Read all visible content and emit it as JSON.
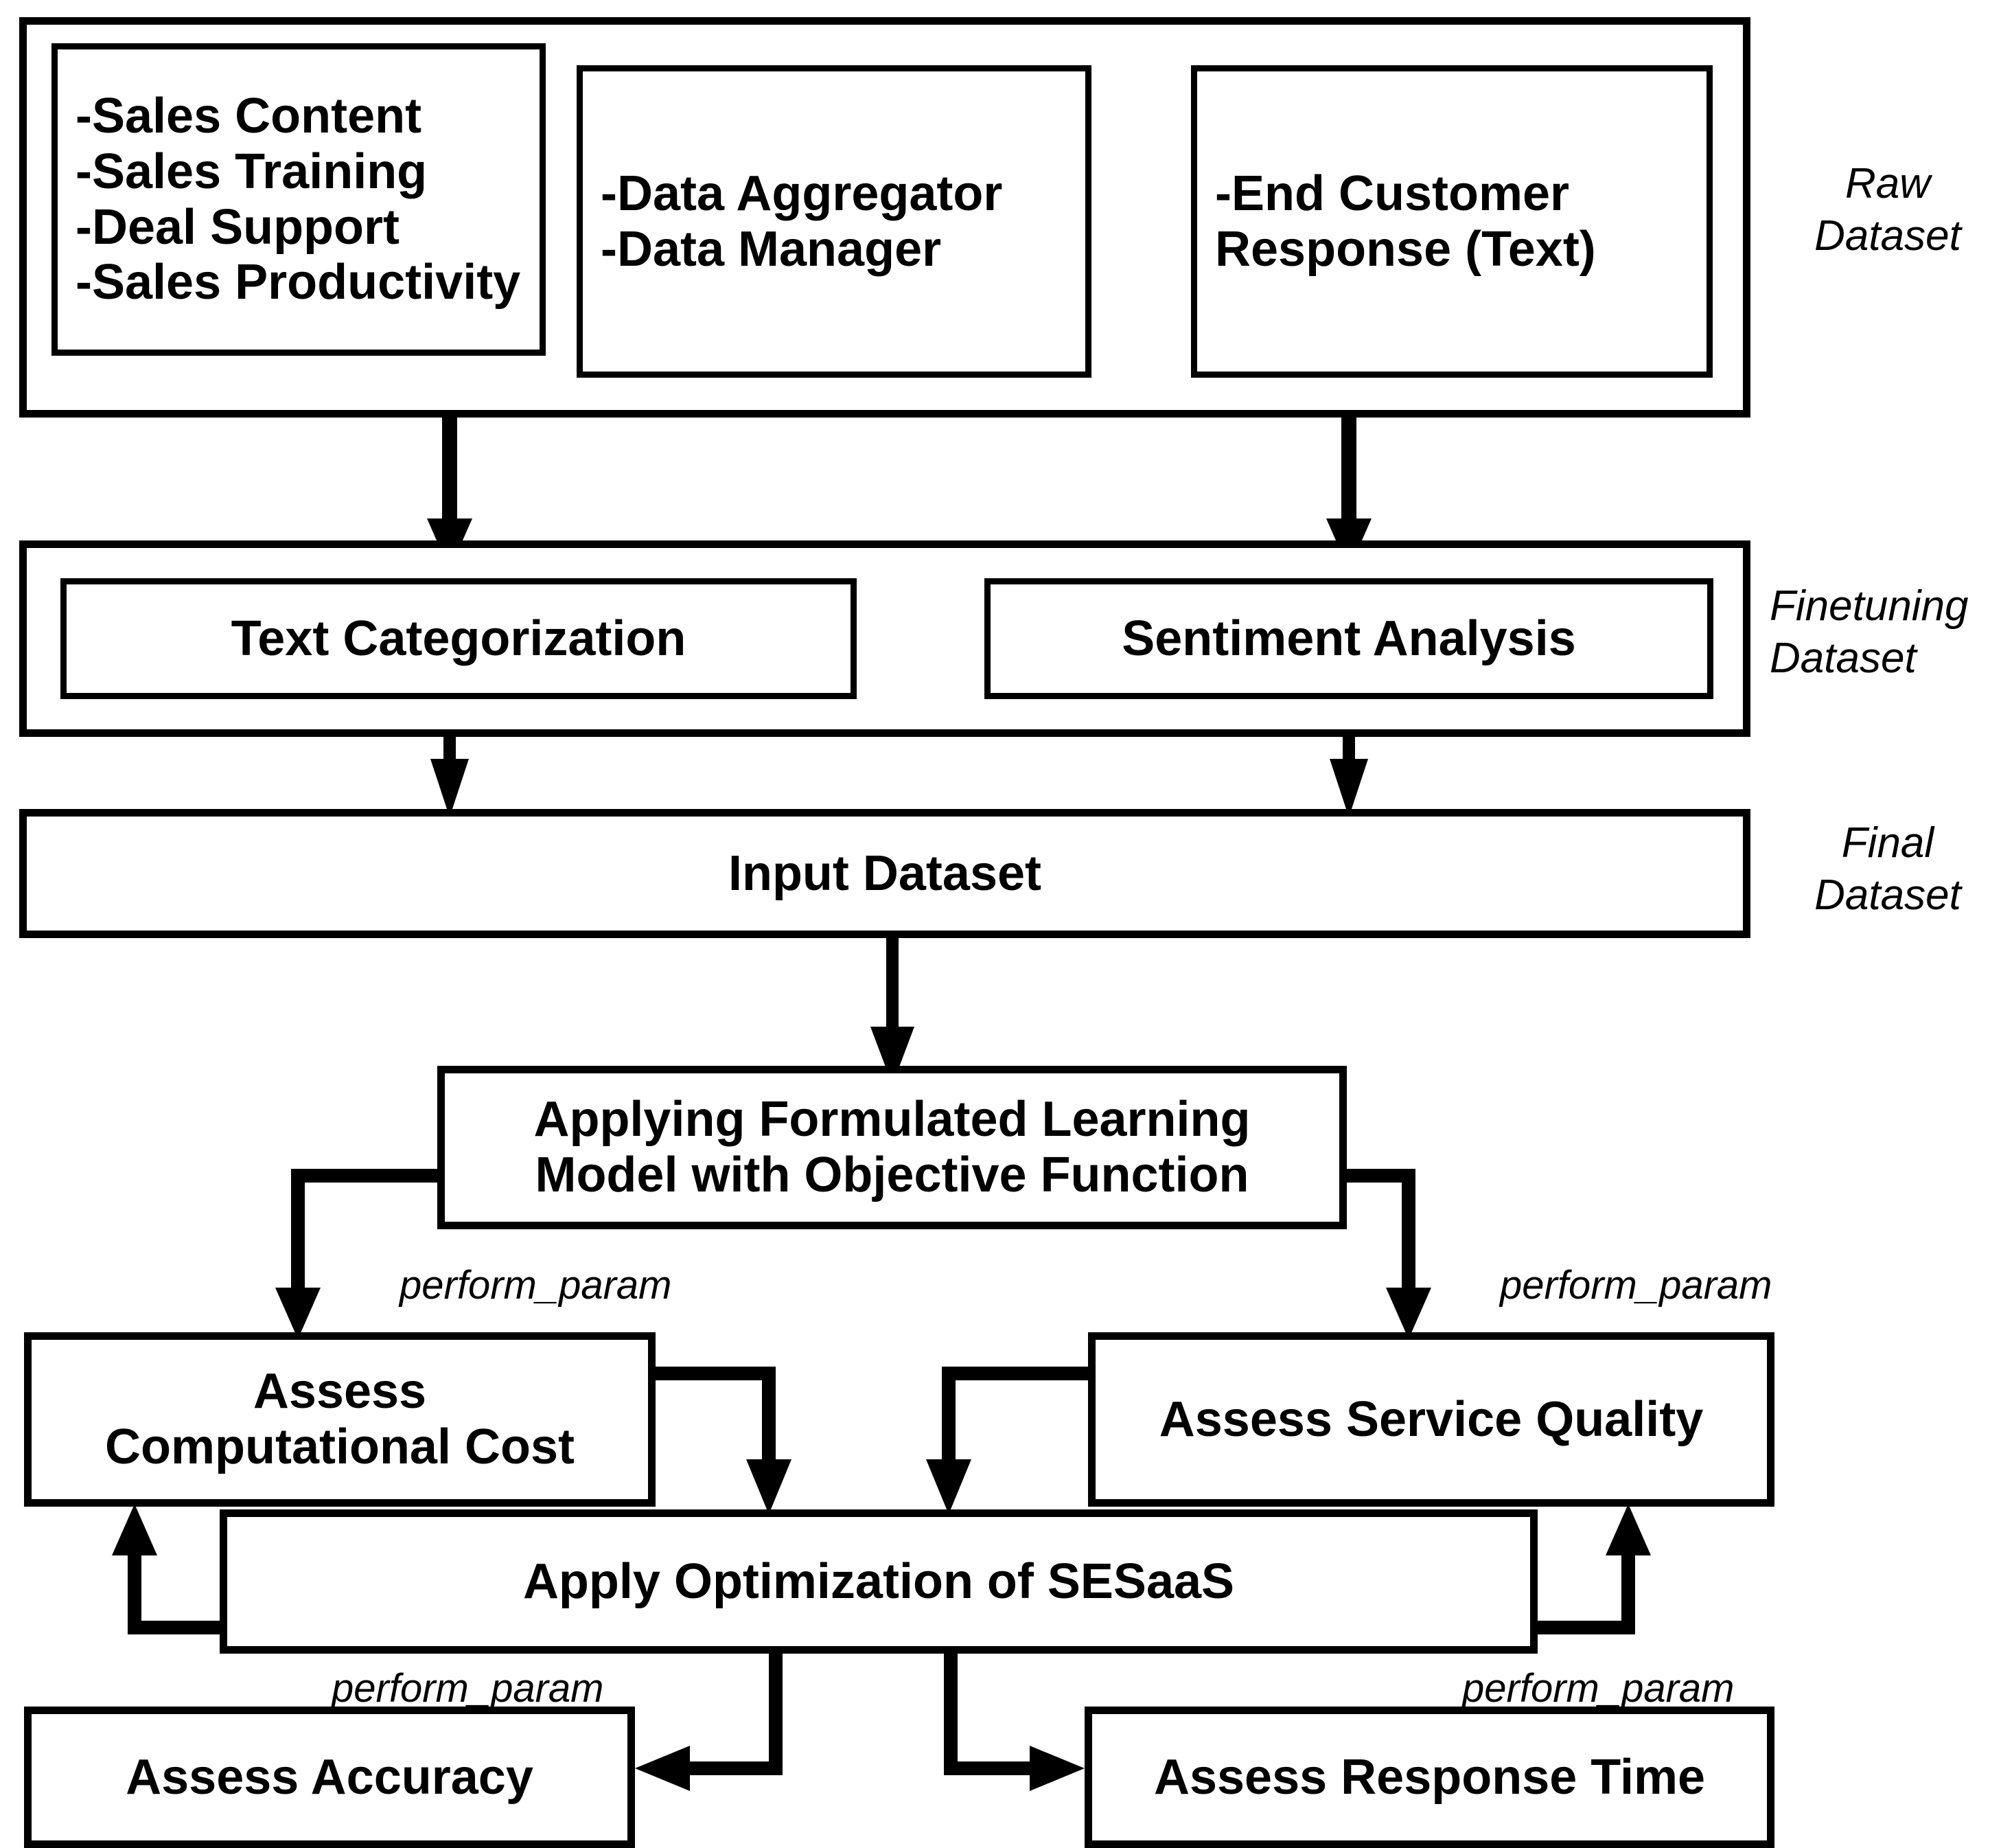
{
  "diagram": {
    "title_present": false,
    "stage_labels": {
      "raw": "Raw\nDataset",
      "finetuning": "Finetuning\nDataset",
      "final": "Final\nDataset"
    },
    "raw_dataset": {
      "boxes": [
        {
          "id": "sales-sources",
          "text": "-Sales Content\n-Sales Training\n-Deal Support\n-Sales Productivity"
        },
        {
          "id": "data-roles",
          "text": "-Data Aggregator\n-Data Manager"
        },
        {
          "id": "customer-response",
          "text": "-End Customer\nResponse (Text)"
        }
      ]
    },
    "finetuning_dataset": {
      "boxes": [
        {
          "id": "text-categorization",
          "text": "Text Categorization"
        },
        {
          "id": "sentiment-analysis",
          "text": "Sentiment Analysis"
        }
      ]
    },
    "final_dataset": {
      "boxes": [
        {
          "id": "input-dataset",
          "text": "Input Dataset"
        }
      ]
    },
    "process": {
      "model_box": "Applying Formulated Learning\nModel with Objective Function",
      "optimization_box": "Apply Optimization of SESaaS",
      "assess_computational_cost": "Assess\nComputational Cost",
      "assess_service_quality": "Assess Service Quality",
      "assess_accuracy": "Assess Accuracy",
      "assess_response_time": "Assess Response Time"
    },
    "edge_labels": {
      "perform_param_1": "perform_param",
      "perform_param_2": "perform_param",
      "perform_param_3": "perform_param",
      "perform_param_4": "perform_param"
    },
    "colors": {
      "stroke": "#000000",
      "fill": "#ffffff"
    }
  }
}
